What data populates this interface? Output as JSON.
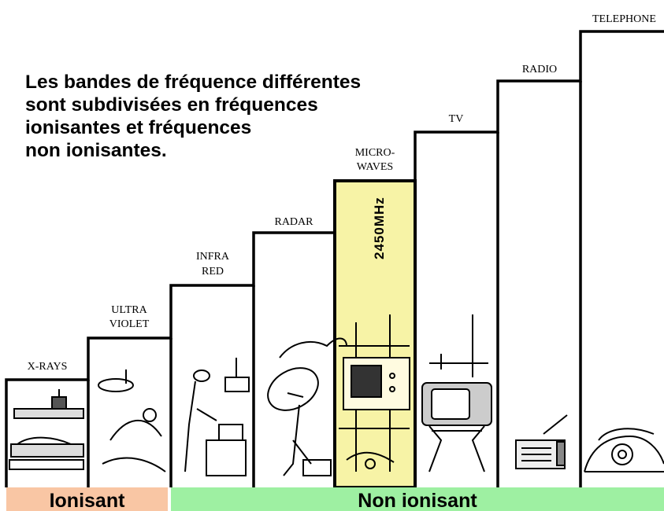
{
  "heading": {
    "line1": "Les bandes de fréquence différentes",
    "line2": "sont subdivisées en fréquences",
    "line3": "ionisantes et fréquences",
    "line4": "non ionisantes."
  },
  "bands": [
    {
      "label1": "X-RAYS",
      "label2": ""
    },
    {
      "label1": "ULTRA",
      "label2": "VIOLET"
    },
    {
      "label1": "INFRA",
      "label2": "RED"
    },
    {
      "label1": "RADAR",
      "label2": ""
    },
    {
      "label1": "MICRO-",
      "label2": "WAVES"
    },
    {
      "label1": "TV",
      "label2": ""
    },
    {
      "label1": "RADIO",
      "label2": ""
    },
    {
      "label1": "TELEPHONE",
      "label2": ""
    }
  ],
  "highlight": {
    "frequency": "2450MHz",
    "color": "#f7f3a6"
  },
  "categories": {
    "ionizing": {
      "label": "Ionisant",
      "color": "#f9c6a4"
    },
    "non_ionizing": {
      "label": "Non ionisant",
      "color": "#9ef0a2"
    }
  }
}
